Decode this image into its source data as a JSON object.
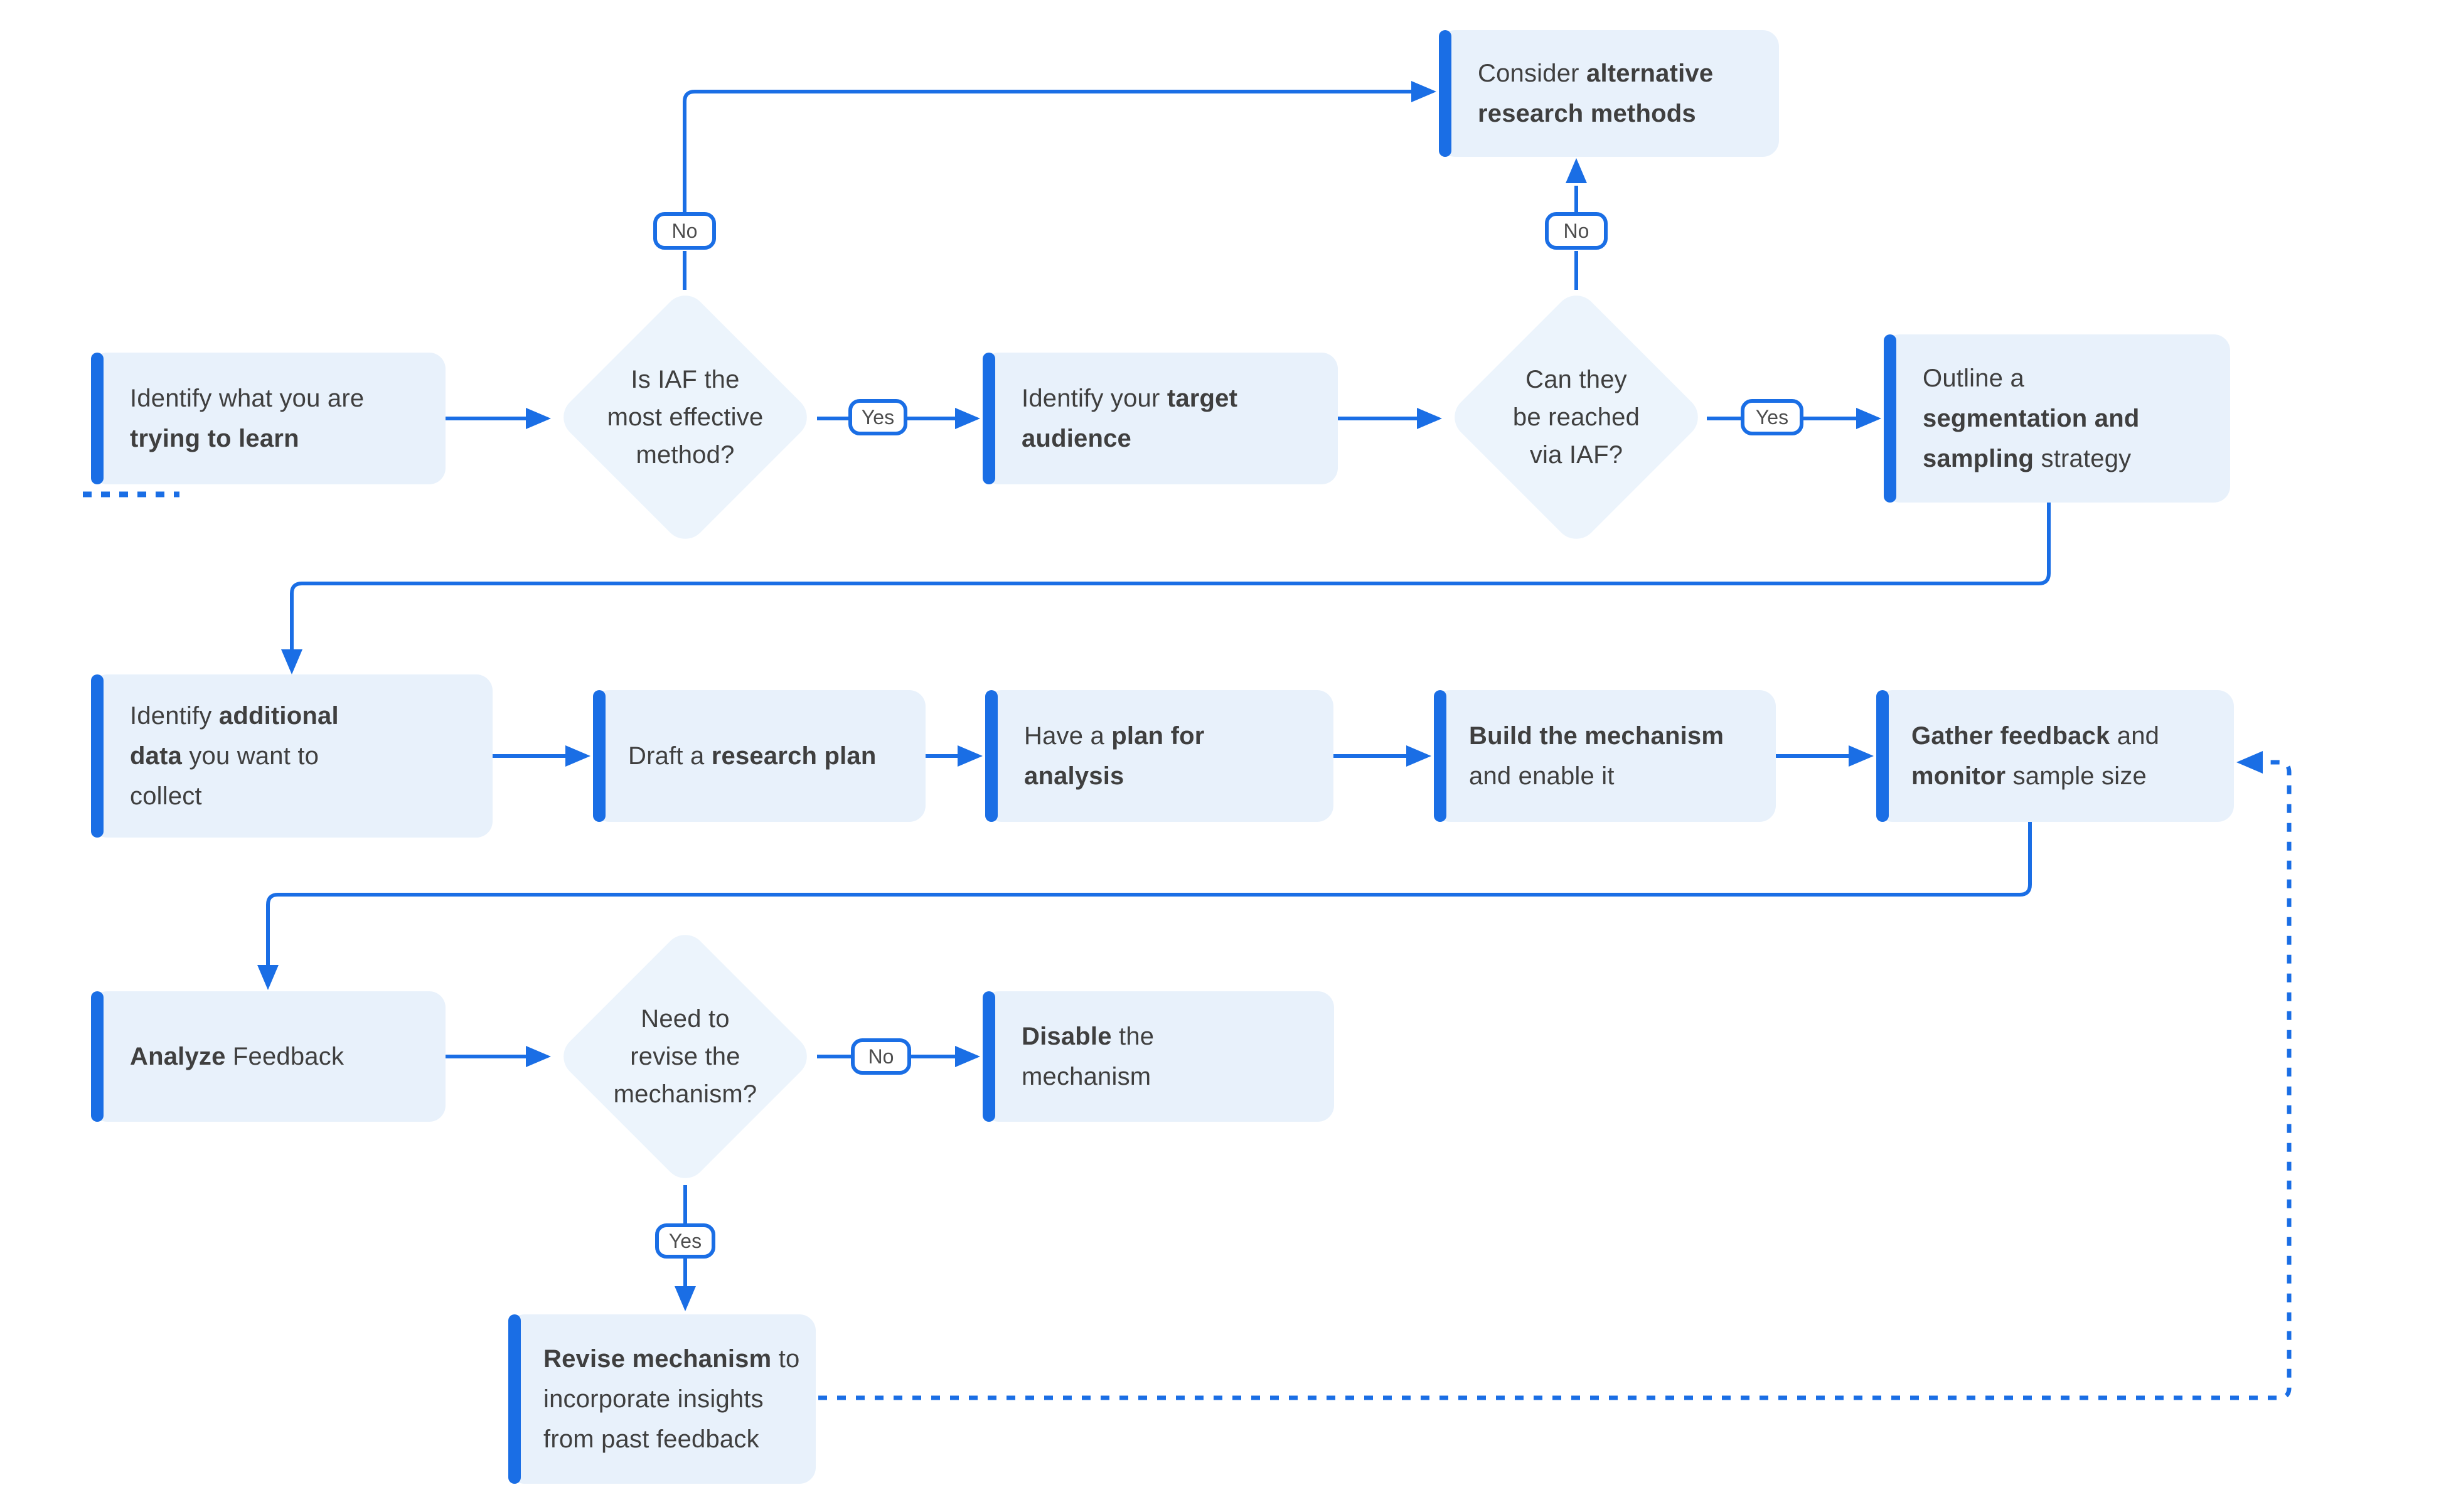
{
  "diagram_title": "",
  "colors": {
    "accent": "#1A6EE5",
    "box_fill": "#E8F1FB",
    "diamond_fill": "#ECF4FC",
    "text": "#3F3F3F",
    "pill_text": "#4D4D4D",
    "background": "#FFFFFF"
  },
  "labels": {
    "yes": "Yes",
    "no": "No"
  },
  "nodes": {
    "identify_learn": [
      {
        "text": "Identify what you are\n",
        "bold": false
      },
      {
        "text": "trying to learn",
        "bold": true
      }
    ],
    "decision_iaf": [
      {
        "text": "Is IAF the\nmost effective\nmethod?",
        "bold": false
      }
    ],
    "target_audience": [
      {
        "text": "Identify your ",
        "bold": false
      },
      {
        "text": "target\naudience",
        "bold": true
      }
    ],
    "decision_reach": [
      {
        "text": "Can they\nbe reached\nvia IAF?",
        "bold": false
      }
    ],
    "outline_seg": [
      {
        "text": "Outline a\n",
        "bold": false
      },
      {
        "text": "segmentation and\nsampling",
        "bold": true
      },
      {
        "text": " strategy",
        "bold": false
      }
    ],
    "consider_alt": [
      {
        "text": "Consider ",
        "bold": false
      },
      {
        "text": "alternative\nresearch methods",
        "bold": true
      }
    ],
    "identify_additional": [
      {
        "text": "Identify ",
        "bold": false
      },
      {
        "text": "additional\ndata",
        "bold": true
      },
      {
        "text": " you want to\ncollect",
        "bold": false
      }
    ],
    "draft_plan": [
      {
        "text": "Draft a ",
        "bold": false
      },
      {
        "text": "research plan",
        "bold": true
      }
    ],
    "plan_analysis": [
      {
        "text": "Have a ",
        "bold": false
      },
      {
        "text": "plan for\nanalysis",
        "bold": true
      }
    ],
    "build_mechanism": [
      {
        "text": "Build the mechanism",
        "bold": true
      },
      {
        "text": "\nand enable it",
        "bold": false
      }
    ],
    "gather_feedback": [
      {
        "text": "Gather feedback",
        "bold": true
      },
      {
        "text": " and\n",
        "bold": false
      },
      {
        "text": "monitor",
        "bold": true
      },
      {
        "text": " sample size",
        "bold": false
      }
    ],
    "analyze_feedback": [
      {
        "text": "Analyze",
        "bold": true
      },
      {
        "text": " Feedback",
        "bold": false
      }
    ],
    "decision_revise": [
      {
        "text": "Need to\nrevise the\nmechanism?",
        "bold": false
      }
    ],
    "disable_mechanism": [
      {
        "text": "Disable",
        "bold": true
      },
      {
        "text": " the\nmechanism",
        "bold": false
      }
    ],
    "revise_mechanism": [
      {
        "text": "Revise mechanism",
        "bold": true
      },
      {
        "text": " to\nincorporate insights\nfrom past feedback",
        "bold": false
      }
    ]
  },
  "edges": [
    {
      "from": "identify-what-to-learn",
      "to": "decision-iaf-most-effective",
      "label": ""
    },
    {
      "from": "decision-iaf-most-effective",
      "to": "identify-target-audience",
      "label": "Yes"
    },
    {
      "from": "decision-iaf-most-effective",
      "to": "consider-alternative-methods",
      "label": "No"
    },
    {
      "from": "identify-target-audience",
      "to": "decision-reachable-via-iaf",
      "label": ""
    },
    {
      "from": "decision-reachable-via-iaf",
      "to": "outline-segmentation-sampling",
      "label": "Yes"
    },
    {
      "from": "decision-reachable-via-iaf",
      "to": "consider-alternative-methods",
      "label": "No"
    },
    {
      "from": "outline-segmentation-sampling",
      "to": "identify-additional-data",
      "label": ""
    },
    {
      "from": "identify-additional-data",
      "to": "draft-research-plan",
      "label": ""
    },
    {
      "from": "draft-research-plan",
      "to": "have-plan-for-analysis",
      "label": ""
    },
    {
      "from": "have-plan-for-analysis",
      "to": "build-the-mechanism",
      "label": ""
    },
    {
      "from": "build-the-mechanism",
      "to": "gather-feedback-monitor",
      "label": ""
    },
    {
      "from": "gather-feedback-monitor",
      "to": "analyze-feedback",
      "label": ""
    },
    {
      "from": "analyze-feedback",
      "to": "decision-need-to-revise",
      "label": ""
    },
    {
      "from": "decision-need-to-revise",
      "to": "disable-the-mechanism",
      "label": "No"
    },
    {
      "from": "decision-need-to-revise",
      "to": "revise-mechanism",
      "label": "Yes"
    },
    {
      "from": "revise-mechanism",
      "to": "gather-feedback-monitor",
      "label": "",
      "style": "dotted"
    }
  ]
}
